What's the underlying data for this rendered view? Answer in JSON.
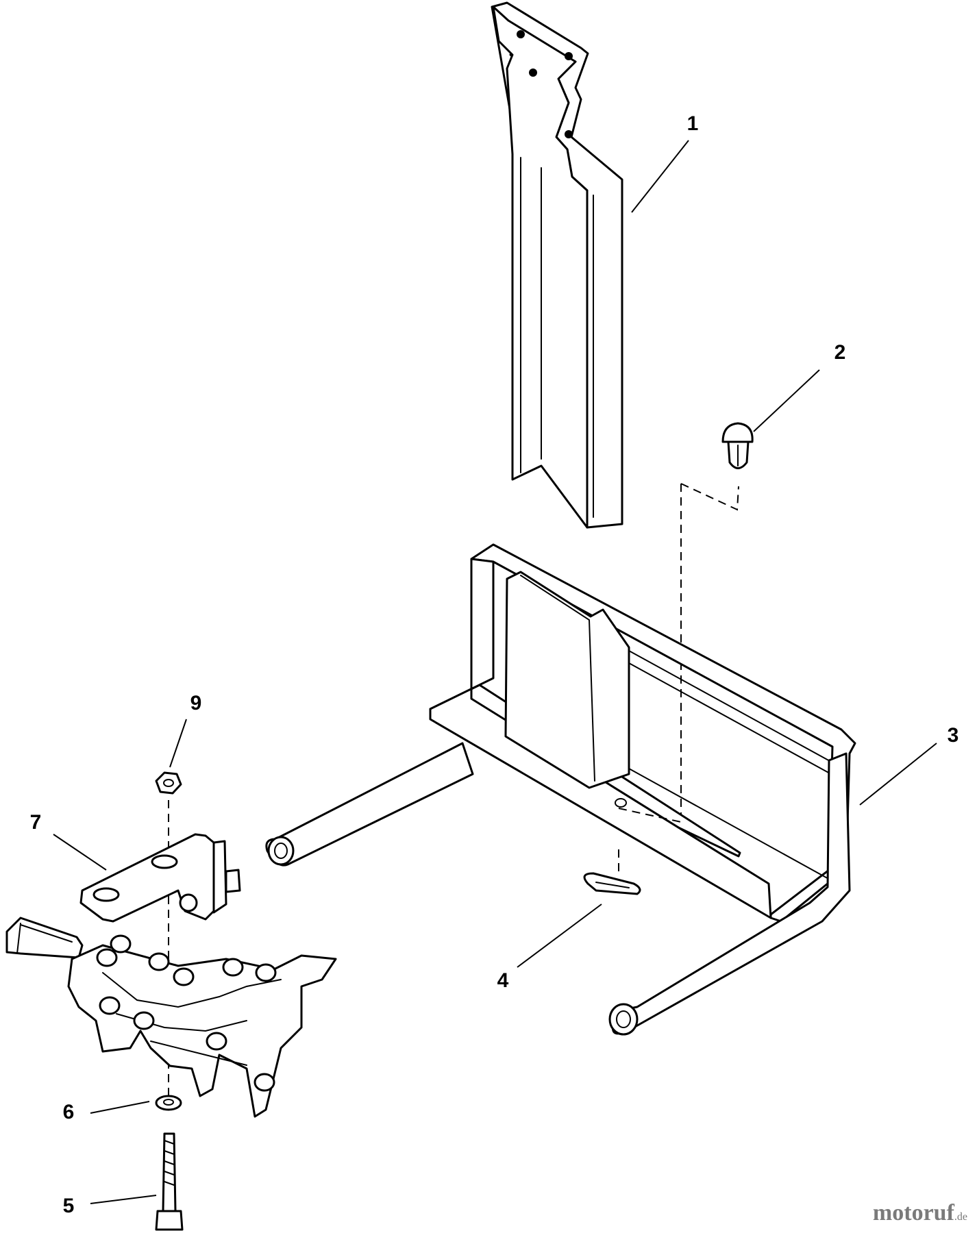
{
  "callouts": [
    "1",
    "2",
    "3",
    "4",
    "5",
    "6",
    "7",
    "9"
  ],
  "watermark": {
    "name": "motoruf",
    "suffix": ".de"
  },
  "colors": {
    "line": "#000000",
    "background": "#ffffff",
    "watermark": "#7a7a7a"
  }
}
